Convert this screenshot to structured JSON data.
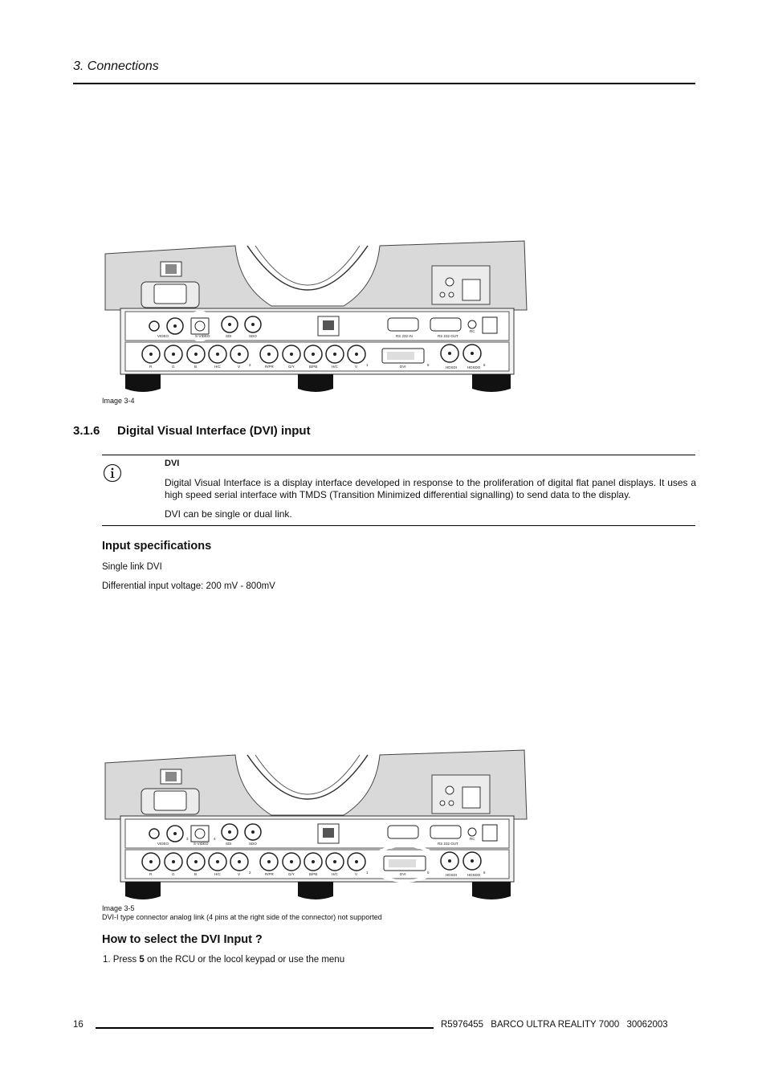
{
  "header": {
    "title": "3.  Connections"
  },
  "figures": [
    {
      "caption": "Image 3-4",
      "panel": {
        "top_labels": [
          "VIDEO",
          "S-VIDEO",
          "SDI",
          "SDO",
          "RS 232 IN",
          "RS 232 OUT",
          "RC"
        ],
        "bottom_labels": [
          "R",
          "G",
          "B",
          "H/C",
          "V",
          "R/PR",
          "G/Y",
          "B/PB",
          "H/C",
          "V",
          "DVI",
          "HDSDI",
          "HDSDO"
        ],
        "numbers": [
          "2",
          "1",
          "5",
          "6"
        ]
      }
    },
    {
      "caption": "Image 3-5",
      "note": "DVI-I type connector analog link (4 pins at the right side of the connector) not supported",
      "panel": {
        "top_labels": [
          "VIDEO",
          "S-VIDEO",
          "SDI",
          "SDO",
          "RS 232 OUT",
          "RC"
        ],
        "bottom_labels": [
          "R",
          "G",
          "B",
          "H/C",
          "V",
          "R/PR",
          "G/Y",
          "B/PB",
          "H/C",
          "V",
          "DVI",
          "HDSDI",
          "HDSDO"
        ],
        "numbers": [
          "3",
          "4",
          "2",
          "1",
          "5",
          "6"
        ]
      }
    }
  ],
  "section": {
    "number": "3.1.6",
    "title": "Digital Visual Interface (DVI) input"
  },
  "note": {
    "icon": "info-icon",
    "heading": "DVI",
    "body": "Digital Visual Interface is a display interface developed in response to the proliferation of digital flat panel displays. It uses a high speed serial interface with TMDS (Transition Minimized differential signalling) to send data to the display.",
    "body2": "DVI can be single or dual link."
  },
  "input_specs": {
    "title": "Input specifications",
    "lines": [
      "Single link DVI",
      "Differential input voltage:  200 mV - 800mV"
    ]
  },
  "how_to": {
    "title": "How to select the DVI Input ?",
    "step_prefix": "1.  Press ",
    "step_key": "5",
    "step_suffix": " on the RCU or the locol keypad or use the menu"
  },
  "footer": {
    "page": "16",
    "doc_id": "R5976455",
    "product": "BARCO ULTRA REALITY 7000",
    "date": "30062003"
  }
}
